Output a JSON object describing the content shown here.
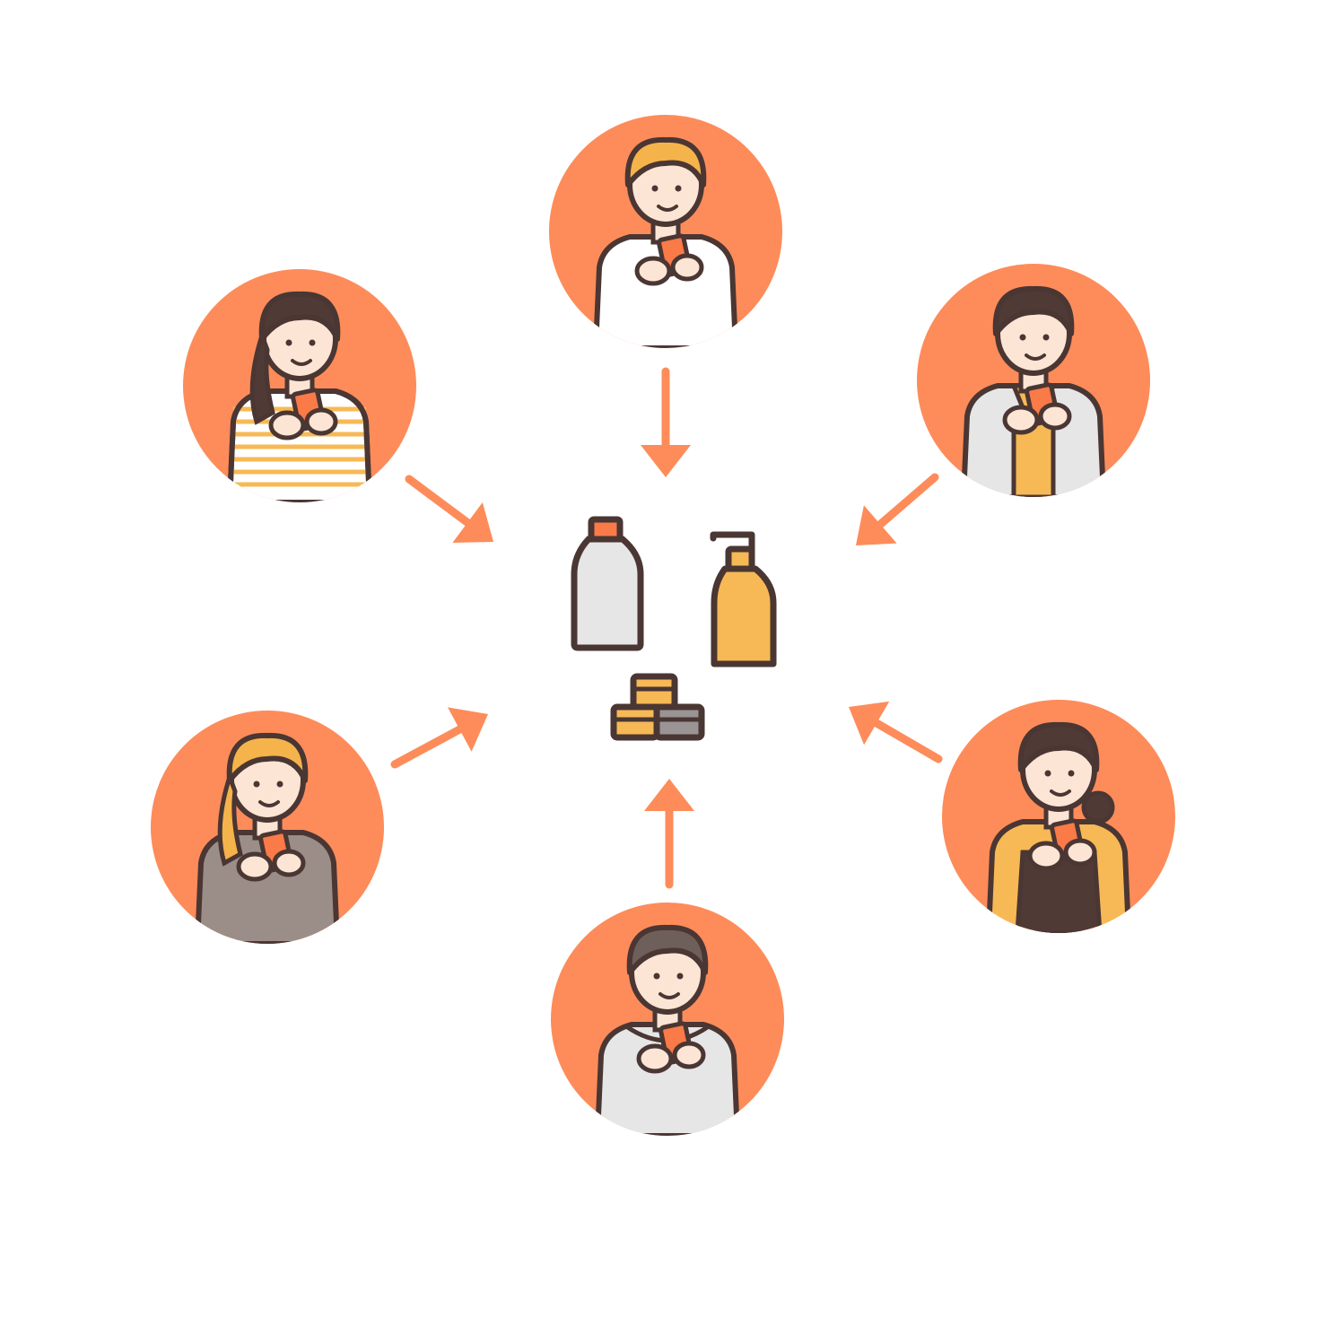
{
  "colors": {
    "background": "#ffffff",
    "circle": "#fd8c5a",
    "arrow": "#fd8c5a",
    "outline": "#4a3633",
    "skin": "#fce5d4",
    "bottle_gray": "#e6e6e6",
    "accent_yellow": "#f7b955",
    "phone_orange": "#fa7a48",
    "hair_dark": "#4f3a36",
    "hair_blond": "#f5b34b",
    "hair_gray": "#6e5f5b",
    "knit_brown": "#9b8d88",
    "hoodie_gray": "#e6e6e6",
    "jar_gray": "#9a9494"
  },
  "people": [
    {
      "id": "top",
      "icon": "man-blond-holding-phone",
      "hair": "hair_blond",
      "shirt": "white"
    },
    {
      "id": "upper-left",
      "icon": "woman-striped-shirt-holding-phone",
      "hair": "hair_dark",
      "shirt": "stripes"
    },
    {
      "id": "upper-right",
      "icon": "man-jacket-holding-phone",
      "hair": "hair_dark",
      "shirt": "jacket"
    },
    {
      "id": "lower-left",
      "icon": "woman-blond-sweater-holding-phone",
      "hair": "hair_blond",
      "shirt": "knit"
    },
    {
      "id": "lower-right",
      "icon": "woman-apron-holding-phone",
      "hair": "hair_dark",
      "shirt": "apron"
    },
    {
      "id": "bottom",
      "icon": "man-hoodie-holding-phone",
      "hair": "hair_gray",
      "shirt": "hoodie"
    }
  ],
  "center": {
    "icons": [
      "bottle-icon",
      "pump-bottle-icon",
      "cream-jars-icon"
    ]
  },
  "arrows": [
    "arrow-top",
    "arrow-upper-left",
    "arrow-upper-right",
    "arrow-lower-left",
    "arrow-lower-right",
    "arrow-bottom"
  ]
}
